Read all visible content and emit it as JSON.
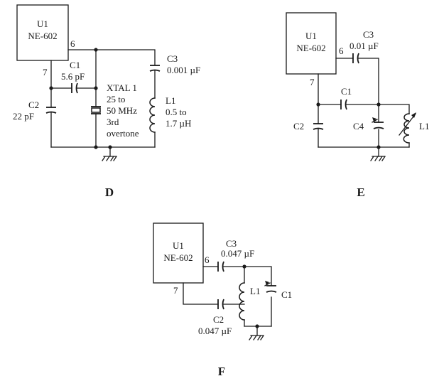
{
  "figure_d": {
    "caption": "D",
    "ic_line1": "U1",
    "ic_line2": "NE-602",
    "pin_out": "6",
    "pin_in": "7",
    "c1_name": "C1",
    "c1_value": "5.6 pF",
    "c2_name": "C2",
    "c2_value": "22 pF",
    "c3_name": "C3",
    "c3_value": "0.001 µF",
    "xtal_line1": "XTAL 1",
    "xtal_line2": "25 to",
    "xtal_line3": "50 MHz",
    "xtal_line4": "3rd",
    "xtal_line5": "overtone",
    "l1_name": "L1",
    "l1_line1": "0.5 to",
    "l1_line2": "1.7 µH"
  },
  "figure_e": {
    "caption": "E",
    "ic_line1": "U1",
    "ic_line2": "NE-602",
    "pin_out": "6",
    "pin_in": "7",
    "c3_name": "C3",
    "c3_value": "0.01 µF",
    "c1_name": "C1",
    "c2_name": "C2",
    "c4_name": "C4",
    "l1_name": "L1"
  },
  "figure_f": {
    "caption": "F",
    "ic_line1": "U1",
    "ic_line2": "NE-602",
    "pin_out": "6",
    "pin_in": "7",
    "c3_name": "C3",
    "c3_value": "0.047 µF",
    "c2_name": "C2",
    "c2_value": "0.047 µF",
    "l1_name": "L1",
    "c1_name": "C1"
  }
}
